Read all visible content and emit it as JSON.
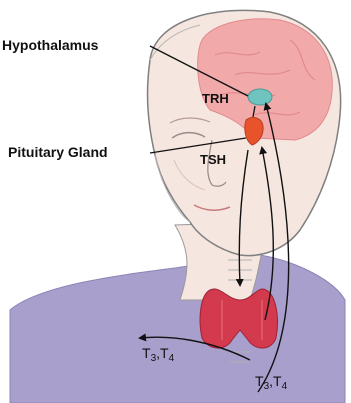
{
  "labels": {
    "hypothalamus": "Hypothalamus",
    "pituitary": "Pituitary Gland",
    "trh": "TRH",
    "tsh": "TSH",
    "t_left": {
      "a": "T",
      "a_sub": "3",
      "sep": ",",
      "b": "T",
      "b_sub": "4"
    },
    "t_right": {
      "a": "T",
      "a_sub": "3",
      "sep": ",",
      "b": "T",
      "b_sub": "4"
    }
  },
  "colors": {
    "skin": "#f6e6e0",
    "brain": "#f2a9aa",
    "hypothalamus": "#6fc4c0",
    "pituitary": "#e8532b",
    "thyroid": "#d43a4e",
    "shirt": "#a99fcd",
    "outline": "#7f7f7f",
    "arrow": "#111111"
  }
}
